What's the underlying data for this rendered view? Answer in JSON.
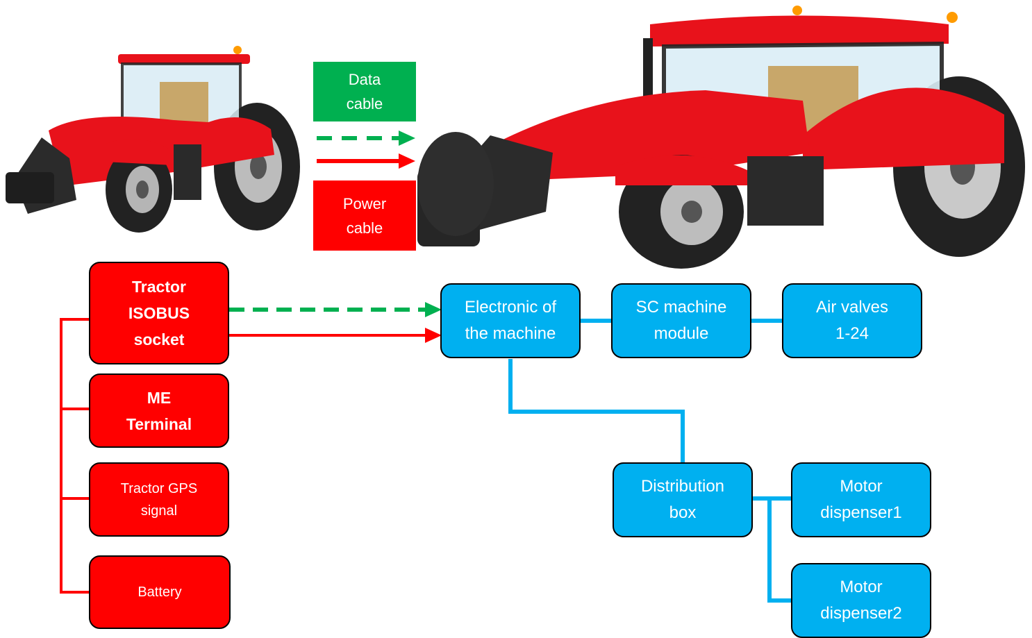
{
  "legend": {
    "data_cable": [
      "Data",
      "cable"
    ],
    "power_cable": [
      "Power",
      "cable"
    ]
  },
  "tractor_side": {
    "isobus_socket": [
      "Tractor",
      "ISOBUS",
      "socket"
    ],
    "me_terminal": [
      "ME",
      "Terminal"
    ],
    "gps_signal": [
      "Tractor GPS",
      "signal"
    ],
    "battery": "Battery"
  },
  "machine_side": {
    "electronic": [
      "Electronic of",
      "the machine"
    ],
    "sc_module": [
      "SC machine",
      "module"
    ],
    "air_valves": [
      "Air valves",
      "1-24"
    ],
    "distribution_box": [
      "Distribution",
      "box"
    ],
    "motor1": [
      "Motor",
      "dispenser1"
    ],
    "motor2": [
      "Motor",
      "dispenser2"
    ]
  },
  "colors": {
    "data_cable": "#00b050",
    "power_cable": "#ff0000",
    "tractor_box": "#ff0000",
    "machine_box": "#00b0f0",
    "machine_link": "#00b0f0"
  },
  "icons": {
    "small_tractor": "tractor-icon",
    "large_tractor": "tractor-icon"
  }
}
